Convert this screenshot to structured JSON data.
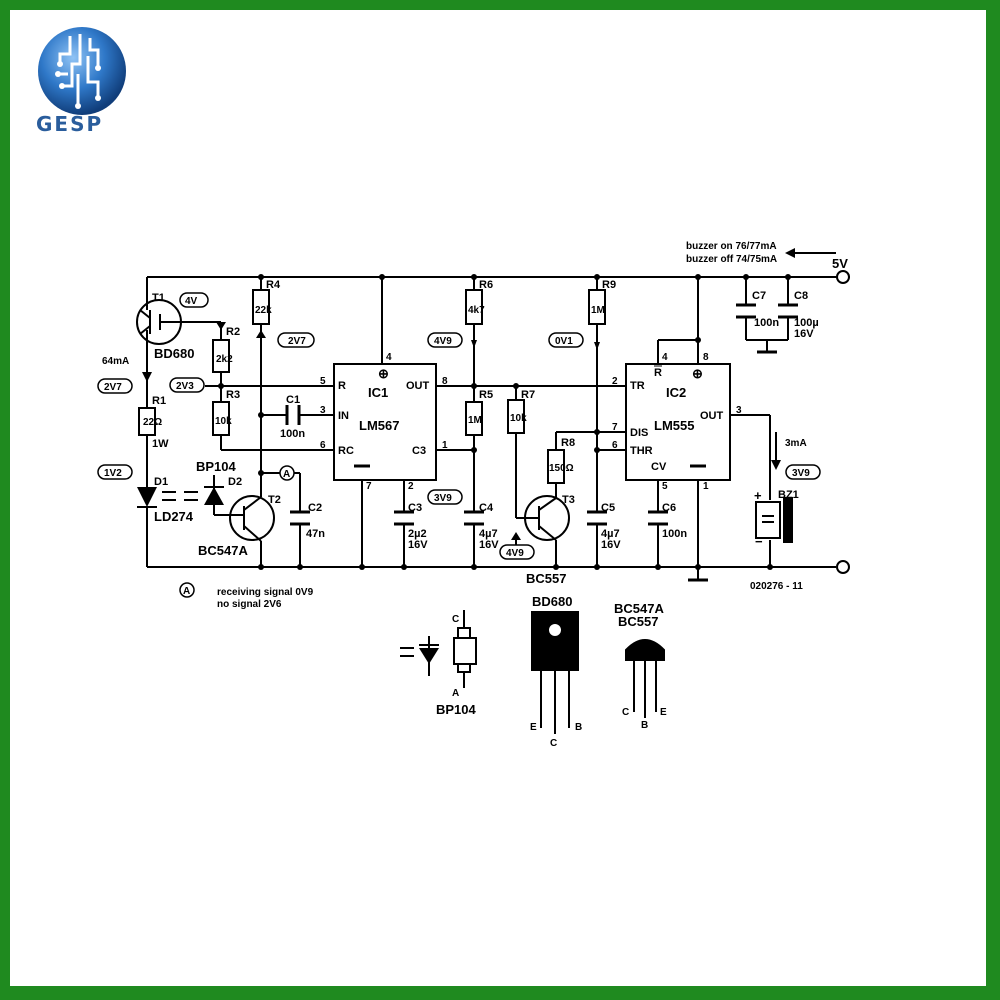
{
  "logo": {
    "text": "GESP",
    "icon": "circuit-globe-logo",
    "color": "#2a5d9c"
  },
  "colors": {
    "frame": "#1f8a1f",
    "ink": "#000000",
    "paper": "#ffffff"
  },
  "supply": {
    "label": "5V",
    "current_on": "buzzer on  76/77mA",
    "current_off": "buzzer off  74/75mA"
  },
  "ic1": {
    "name": "IC1",
    "type": "LM567",
    "pin_r": "R",
    "pin_in": "IN",
    "pin_rc": "RC",
    "pin_out": "OUT",
    "pin_c3": "C3",
    "n5": "5",
    "n3": "3",
    "n6": "6",
    "n4": "4",
    "n8": "8",
    "n1": "1",
    "n7": "7",
    "n2": "2"
  },
  "ic2": {
    "name": "IC2",
    "type": "LM555",
    "pin_rbar": "R",
    "pin_tr": "TR",
    "pin_dis": "DIS",
    "pin_thr": "THR",
    "pin_out": "OUT",
    "pin_cv": "CV",
    "n4": "4",
    "n8": "8",
    "n2": "2",
    "n7": "7",
    "n6": "6",
    "n3": "3",
    "n5": "5",
    "n1": "1"
  },
  "components": {
    "t1": "T1",
    "t1_type": "BD680",
    "r1": "R1",
    "r1_val": "22Ω",
    "r1_w": "1W",
    "r2": "R2",
    "r2_val": "2k2",
    "r3": "R3",
    "r3_val": "10k",
    "r4": "R4",
    "r4_val": "22k",
    "r5": "R5",
    "r5_val": "1M",
    "r6": "R6",
    "r6_val": "4k7",
    "r7": "R7",
    "r7_val": "10k",
    "r8": "R8",
    "r8_val": "150Ω",
    "r9": "R9",
    "r9_val": "1M",
    "c1": "C1",
    "c1_val": "100n",
    "c2": "C2",
    "c2_val": "47n",
    "c3": "C3",
    "c3_val": "2µ2",
    "c3_v": "16V",
    "c4": "C4",
    "c4_val": "4µ7",
    "c4_v": "16V",
    "c5": "C5",
    "c5_val": "4µ7",
    "c5_v": "16V",
    "c6": "C6",
    "c6_val": "100n",
    "c7": "C7",
    "c7_val": "100n",
    "c8": "C8",
    "c8_val": "100µ",
    "c8_v": "16V",
    "d1": "D1",
    "d1_type": "LD274",
    "d2": "D2",
    "d2_type": "BP104",
    "t2": "T2",
    "t2_type": "BC547A",
    "t3": "T3",
    "t3_type": "BC557",
    "bz1": "BZ1"
  },
  "voltages": {
    "v4v": "4V",
    "v2v7_a": "2V7",
    "v2v7_b": "2V7",
    "v2v3": "2V3",
    "v1v2": "1V2",
    "i64": "64mA",
    "v4v9_a": "4V9",
    "v0v1": "0V1",
    "v3v9_a": "3V9",
    "v4v9_b": "4V9",
    "v3v9_b": "3V9",
    "i3ma": "3mA"
  },
  "marker": {
    "a": "A"
  },
  "legend": {
    "receiving": "receiving signal  0V9",
    "nosignal": "no signal  2V6"
  },
  "code": "020276 - 11",
  "packages": {
    "bp104": {
      "name": "BP104",
      "c": "C",
      "a": "A"
    },
    "bd680": {
      "name": "BD680",
      "e": "E",
      "c": "C",
      "b": "B"
    },
    "bc": {
      "name1": "BC547A",
      "name2": "BC557",
      "c": "C",
      "b": "B",
      "e": "E"
    }
  }
}
